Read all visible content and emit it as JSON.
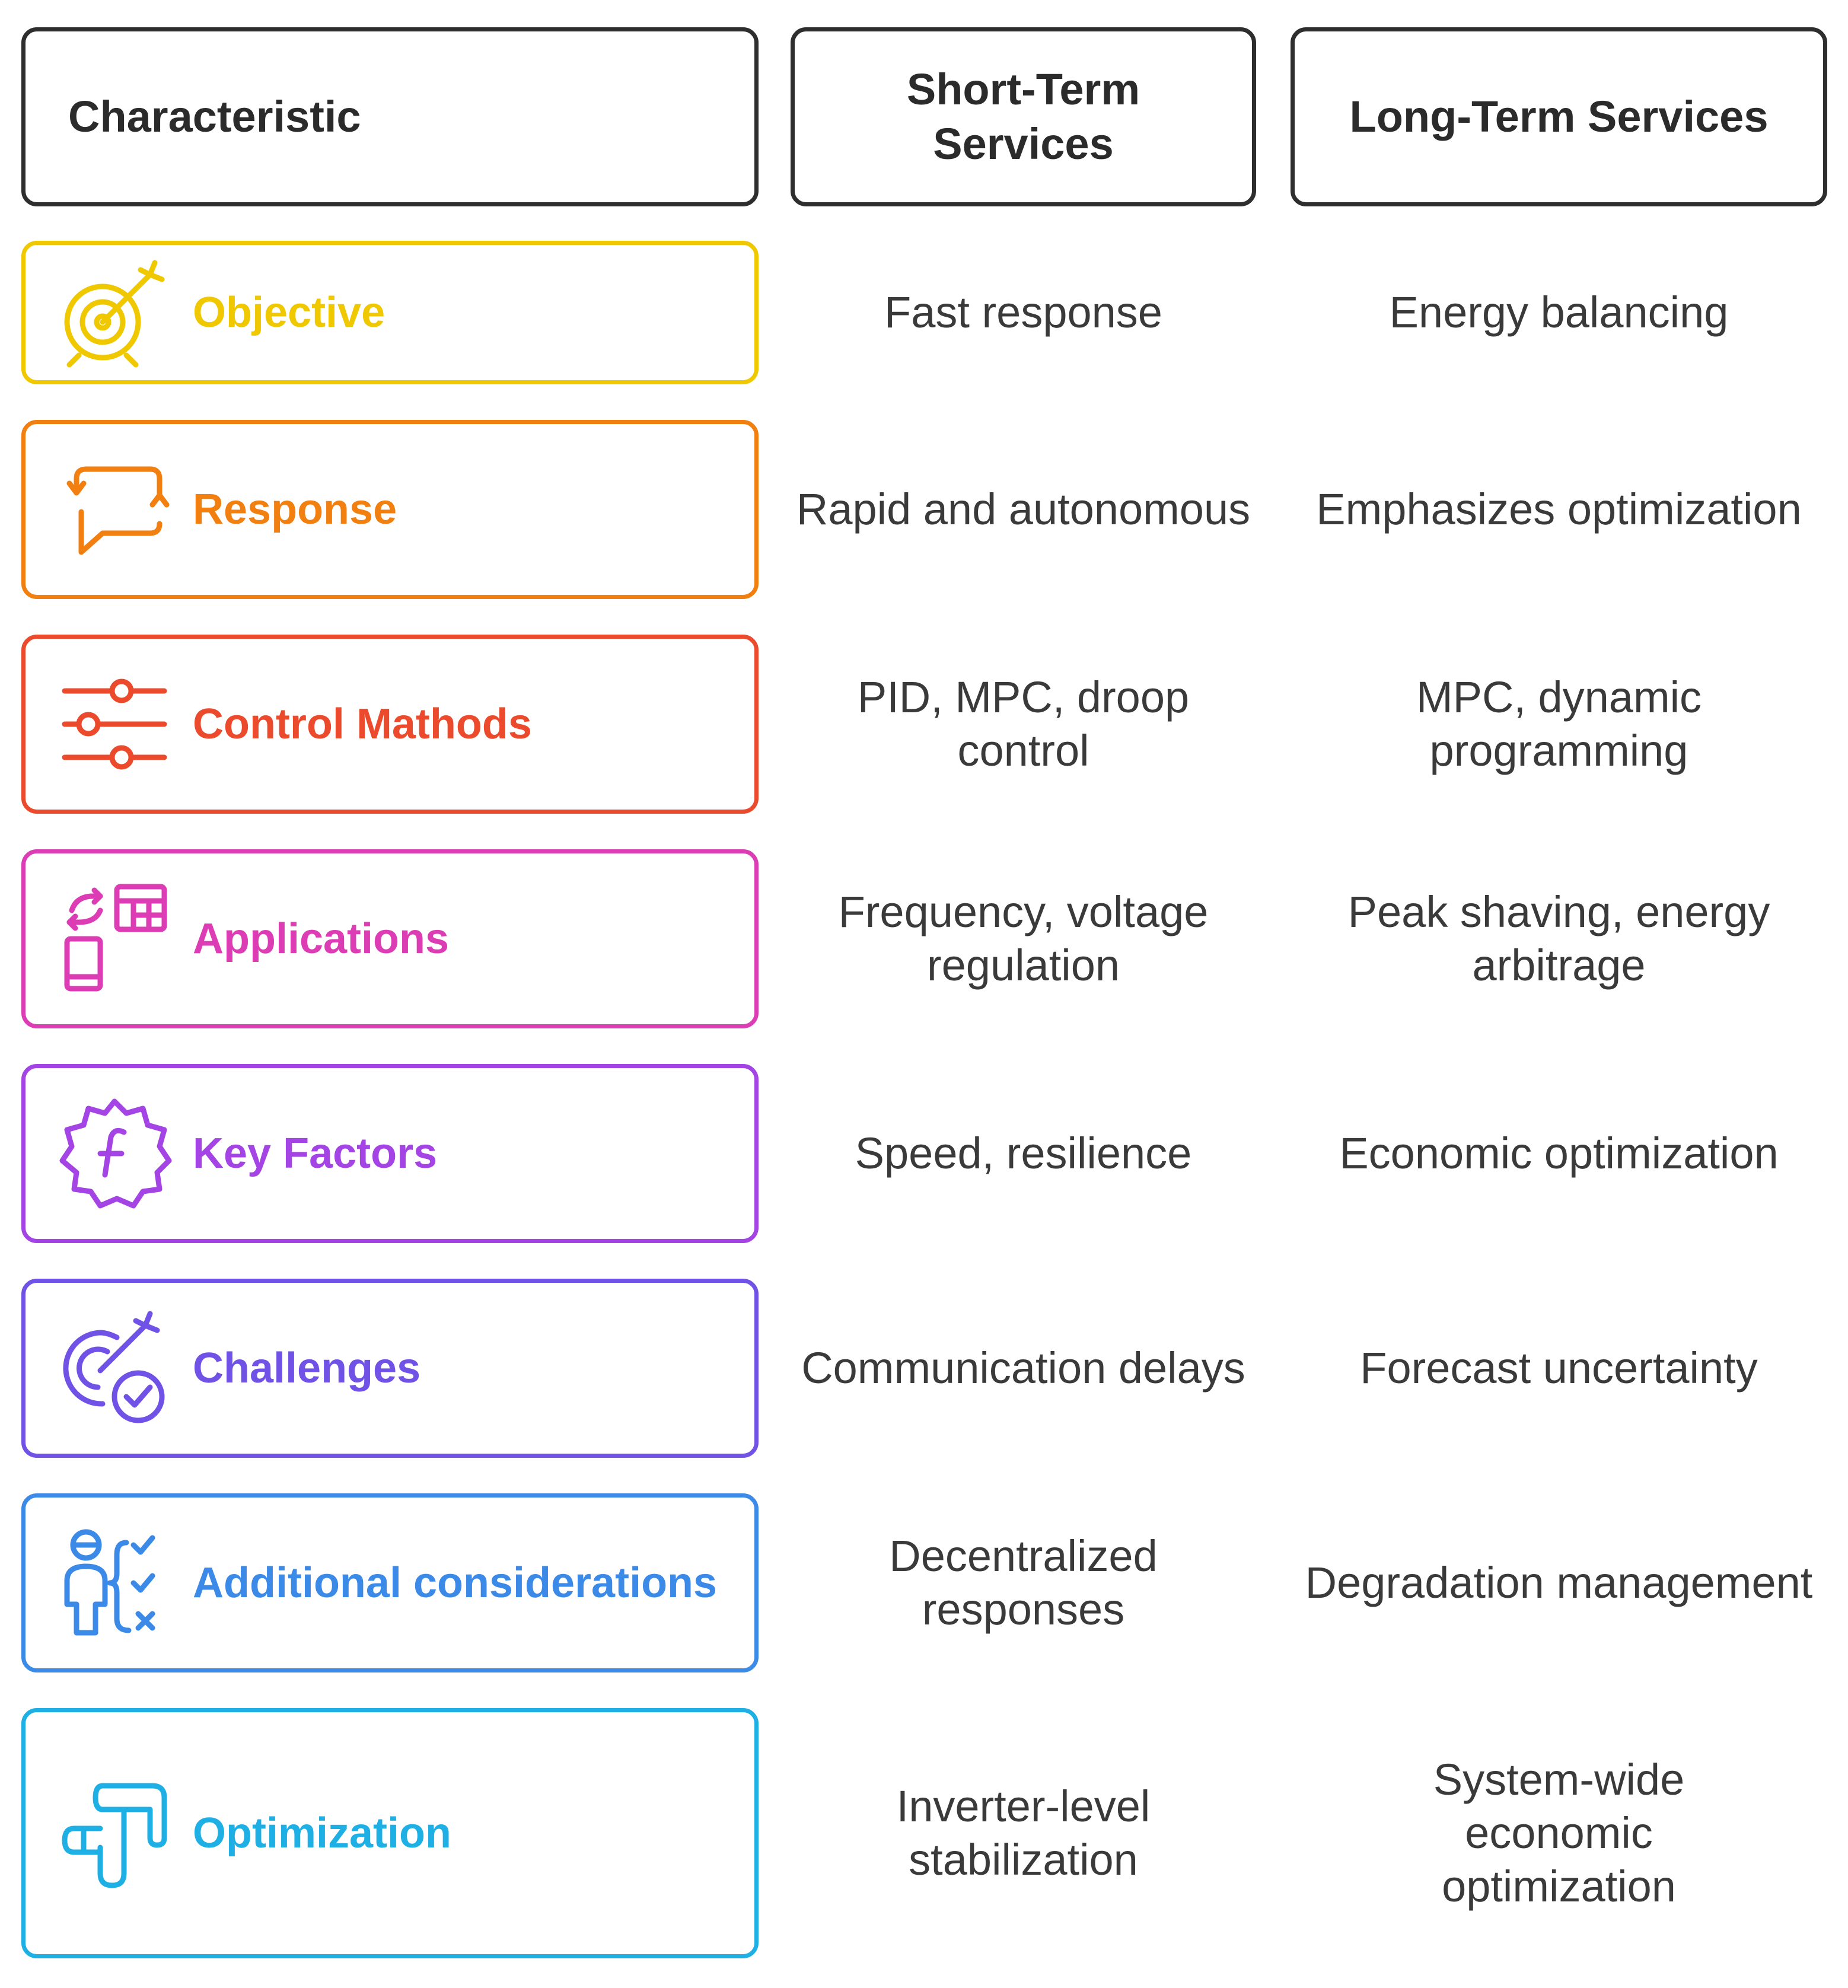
{
  "header": {
    "characteristic": "Characteristic",
    "short_term": "Short-Term Services",
    "long_term": "Long-Term Services"
  },
  "colors": {
    "objective": "#f0c800",
    "response": "#f28010",
    "control": "#ec4a2c",
    "applications": "#dc3cb4",
    "key_factors": "#a444e4",
    "challenges": "#7152e6",
    "additional": "#3c8ae8",
    "optimization": "#1eb0e4"
  },
  "rows": [
    {
      "label": "Objective",
      "icon": "target-arrow-icon",
      "short": "Fast response",
      "long": "Energy balancing"
    },
    {
      "label": "Response",
      "icon": "chat-arrows-icon",
      "short": "Rapid and autonomous",
      "long": "Emphasizes optimization"
    },
    {
      "label": "Control Mathods",
      "icon": "sliders-icon",
      "short": "PID, MPC, droop control",
      "long": "MPC, dynamic programming"
    },
    {
      "label": "Applications",
      "icon": "devices-sync-icon",
      "short": "Frequency, voltage regulation",
      "long": "Peak shaving, energy arbitrage"
    },
    {
      "label": "Key Factors",
      "icon": "function-badge-icon",
      "short": "Speed, resilience",
      "long": "Economic optimization"
    },
    {
      "label": "Challenges",
      "icon": "target-check-icon",
      "short": "Communication delays",
      "long": "Forecast uncertainty"
    },
    {
      "label": "Additional considerations",
      "icon": "person-checklist-icon",
      "short": "Decentralized responses",
      "long": "Degradation management"
    },
    {
      "label": "Optimization",
      "icon": "pipe-icon",
      "short": "Inverter-level stabilization",
      "long": "System-wide economic optimization"
    }
  ]
}
